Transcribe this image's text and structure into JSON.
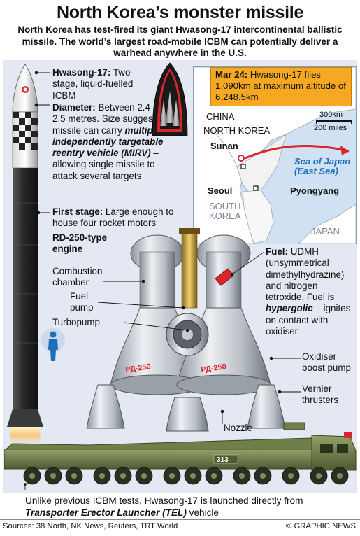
{
  "header": {
    "title": "North Korea’s monster missile",
    "subtitle": "North Korea has test-fired its giant Hwasong-17 intercontinental ballistic missile. The world’s largest road-mobile ICBM can potentially deliver a warhead anywhere in the U.S."
  },
  "missile_info": {
    "name_heading": "Hwasong-17:",
    "name_text": "Two-stage, liquid-fuelled ICBM",
    "diameter_heading": "Diameter:",
    "diameter_text_1": "Between 2.4 and 2.5 metres. Size suggests missile can carry",
    "diameter_emph": "multiple independently targetable reentry vehicle (MIRV)",
    "diameter_text_2": "– allowing single missile to attack several targets",
    "stage_heading": "First stage:",
    "stage_text": "Large enough to house four rocket motors"
  },
  "engine": {
    "name": "RD-250-type engine",
    "combustion": "Combustion chamber",
    "fuel_pump": "Fuel pump",
    "turbopump": "Turbopump",
    "fuel_heading": "Fuel:",
    "fuel_text_1": "UDMH (unsymmetrical dimethylhydrazine) and nitrogen tetroxide. Fuel is",
    "fuel_emph": "hypergolic",
    "fuel_text_2": "– ignites on contact with oxidiser",
    "oxidiser": "Oxidiser boost pump",
    "vernier": "Vernier thrusters",
    "nozzle": "Nozzle",
    "nozzle_marking": "РД-250"
  },
  "map": {
    "callout_date": "Mar 24:",
    "callout_text": "Hwasong-17 flies 1,090km at maximum altitude of 6,248.5km",
    "china": "CHINA",
    "north_korea": "NORTH KOREA",
    "sunan": "Sunan",
    "sea": "Sea of Japan (East Sea)",
    "seoul": "Seoul",
    "pyongyang": "Pyongyang",
    "south_korea": "SOUTH KOREA",
    "japan": "JAPAN",
    "scale_km": "300km",
    "scale_miles": "200 miles"
  },
  "launcher": {
    "note_1": "Unlike previous ICBM tests, Hwasong-17 is launched directly from",
    "note_emph": "Transporter Erector Launcher (TEL)",
    "note_2": "vehicle",
    "vehicle_number": "313"
  },
  "footer": {
    "sources": "Sources: 38 North, NK News, Reuters, TRT World",
    "credit": "© GRAPHIC NEWS"
  },
  "colors": {
    "panel": "#e4e8f3",
    "callout": "#f7a823",
    "sea": "#cfe1f2",
    "sea_label": "#1d6fb8",
    "flight_path": "#d8262c",
    "truck": "#6e7f4a",
    "missile_body": "#2d2d2d"
  }
}
